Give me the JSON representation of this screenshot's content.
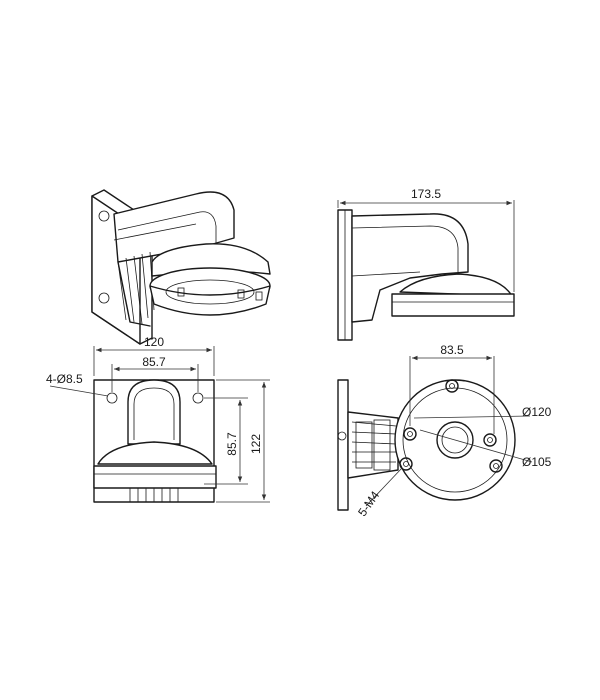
{
  "dimensions": {
    "side_width": "173.5",
    "front_width": "120",
    "front_hole_spacing": "85.7",
    "front_hole_label": "4-Ø8.5",
    "front_vertical_hole": "85.7",
    "front_height": "122",
    "bottom_hole_spacing": "83.5",
    "bottom_outer_dia": "Ø120",
    "bottom_bolt_dia": "Ø105",
    "bottom_thread_label": "5-M4"
  }
}
